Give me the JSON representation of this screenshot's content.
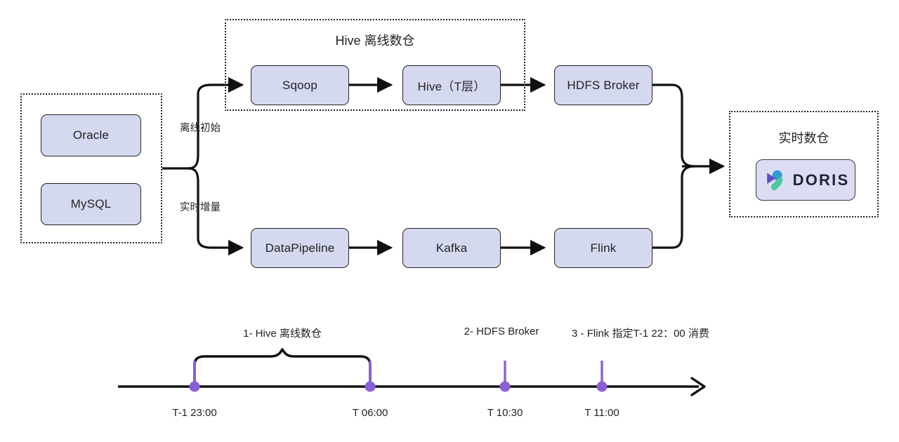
{
  "diagram": {
    "title_hive_group": "Hive 离线数仓",
    "title_realtime_group": "实时数仓",
    "source_nodes": [
      {
        "label": "Oracle"
      },
      {
        "label": "MySQL"
      }
    ],
    "offline_branch": {
      "edge_label": "离线初始",
      "nodes": [
        {
          "label": "Sqoop"
        },
        {
          "label": "Hive（T层）"
        },
        {
          "label": "HDFS Broker"
        }
      ]
    },
    "realtime_branch": {
      "edge_label": "实时增量",
      "nodes": [
        {
          "label": "DataPipeline"
        },
        {
          "label": "Kafka"
        },
        {
          "label": "Flink"
        }
      ]
    },
    "target": {
      "logo_text": "DORIS",
      "logo_icon": "doris-logo-icon",
      "logo_colors": {
        "blue": "#2f9ad0",
        "purple": "#5b4ec7",
        "teal": "#4ac9a4"
      }
    }
  },
  "timeline": {
    "annotations": [
      {
        "text": "1- Hive 离线数仓"
      },
      {
        "text": "2- HDFS Broker"
      },
      {
        "text": "3 - Flink 指定T-1 22：00 消费"
      }
    ],
    "ticks": [
      {
        "label": "T-1 23:00"
      },
      {
        "label": "T 06:00"
      },
      {
        "label": "T 10:30"
      },
      {
        "label": "T 11:00"
      }
    ],
    "marker_color": "#8b5fd6",
    "axis_color": "#101010"
  }
}
